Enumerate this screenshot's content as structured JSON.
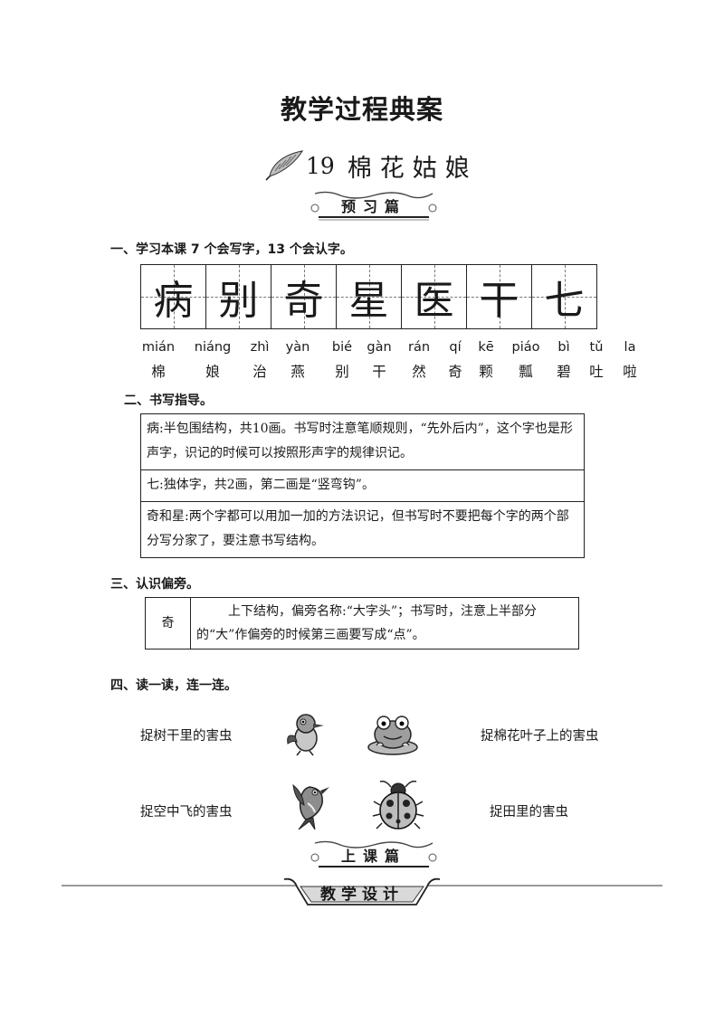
{
  "page_title": "教学过程典案",
  "lesson": {
    "number": "19",
    "title": "棉花姑娘"
  },
  "banners": {
    "preview": "预习篇",
    "class": "上课篇",
    "design": "教学设计"
  },
  "section1": {
    "heading": "一、学习本课 7 个会写字，13 个会认字。",
    "write_chars": [
      "病",
      "别",
      "奇",
      "星",
      "医",
      "干",
      "七"
    ],
    "recognize": [
      {
        "pinyin": "mián",
        "char": "棉"
      },
      {
        "pinyin": "niáng",
        "char": "娘"
      },
      {
        "pinyin": "zhì",
        "char": "治"
      },
      {
        "pinyin": "yàn",
        "char": "燕"
      },
      {
        "pinyin": "bié",
        "char": "别"
      },
      {
        "pinyin": "gàn",
        "char": "干"
      },
      {
        "pinyin": "rán",
        "char": "然"
      },
      {
        "pinyin": "qí",
        "char": "奇"
      },
      {
        "pinyin": "kē",
        "char": "颗"
      },
      {
        "pinyin": "piáo",
        "char": "瓢"
      },
      {
        "pinyin": "bì",
        "char": "碧"
      },
      {
        "pinyin": "tǔ",
        "char": "吐"
      },
      {
        "pinyin": "la",
        "char": "啦"
      }
    ]
  },
  "section2": {
    "heading": "二、书写指导。",
    "rows": [
      "病:半包围结构，共10画。书写时注意笔顺规则，“先外后内”，这个字也是形声字，识记的时候可以按照形声字的规律识记。",
      "七:独体字，共2画，第二画是“竖弯钩”。",
      "奇和星:两个字都可以用加一加的方法识记，但书写时不要把每个字的两个部分写分家了，要注意书写结构。"
    ]
  },
  "section3": {
    "heading": "三、认识偏旁。",
    "char": "奇",
    "desc": "上下结构，偏旁名称:“大字头”；书写时，注意上半部分的“大”作偏旁的时候第三画要写成“点”。"
  },
  "section4": {
    "heading": "四、读一读，连一连。",
    "left": [
      "捉树干里的害虫",
      "捉空中飞的害虫"
    ],
    "right": [
      "捉棉花叶子上的害虫",
      "捉田里的害虫"
    ],
    "animals": [
      "woodpecker-icon",
      "frog-icon",
      "swallow-icon",
      "ladybug-icon"
    ]
  }
}
